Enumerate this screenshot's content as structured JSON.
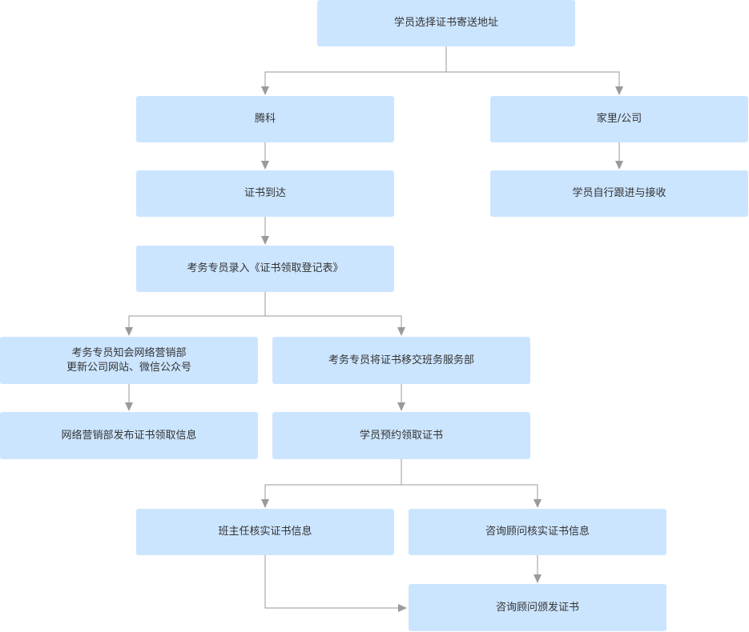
{
  "nodes": {
    "start": "学员选择证书寄送地址",
    "tengke": "腾科",
    "home_company": "家里/公司",
    "cert_arrival": "证书到达",
    "student_self_track": "学员自行跟进与接收",
    "exam_staff_register": "考务专员录入《证书领取登记表》",
    "notify_marketing": "考务专员知会网络营销部\n更新公司网站、微信公众号",
    "transfer_class_service": "考务专员将证书移交班务服务部",
    "marketing_publish": "网络营销部发布证书领取信息",
    "student_book": "学员预约领取证书",
    "head_teacher_verify": "班主任核实证书信息",
    "consultant_verify": "咨询顾问核实证书信息",
    "consultant_issue": "咨询顾问颁发证书"
  },
  "edges": [
    [
      "start",
      "tengke"
    ],
    [
      "start",
      "home_company"
    ],
    [
      "tengke",
      "cert_arrival"
    ],
    [
      "home_company",
      "student_self_track"
    ],
    [
      "cert_arrival",
      "exam_staff_register"
    ],
    [
      "exam_staff_register",
      "notify_marketing"
    ],
    [
      "exam_staff_register",
      "transfer_class_service"
    ],
    [
      "notify_marketing",
      "marketing_publish"
    ],
    [
      "transfer_class_service",
      "student_book"
    ],
    [
      "student_book",
      "head_teacher_verify"
    ],
    [
      "student_book",
      "consultant_verify"
    ],
    [
      "consultant_verify",
      "consultant_issue"
    ],
    [
      "head_teacher_verify",
      "consultant_issue"
    ]
  ]
}
